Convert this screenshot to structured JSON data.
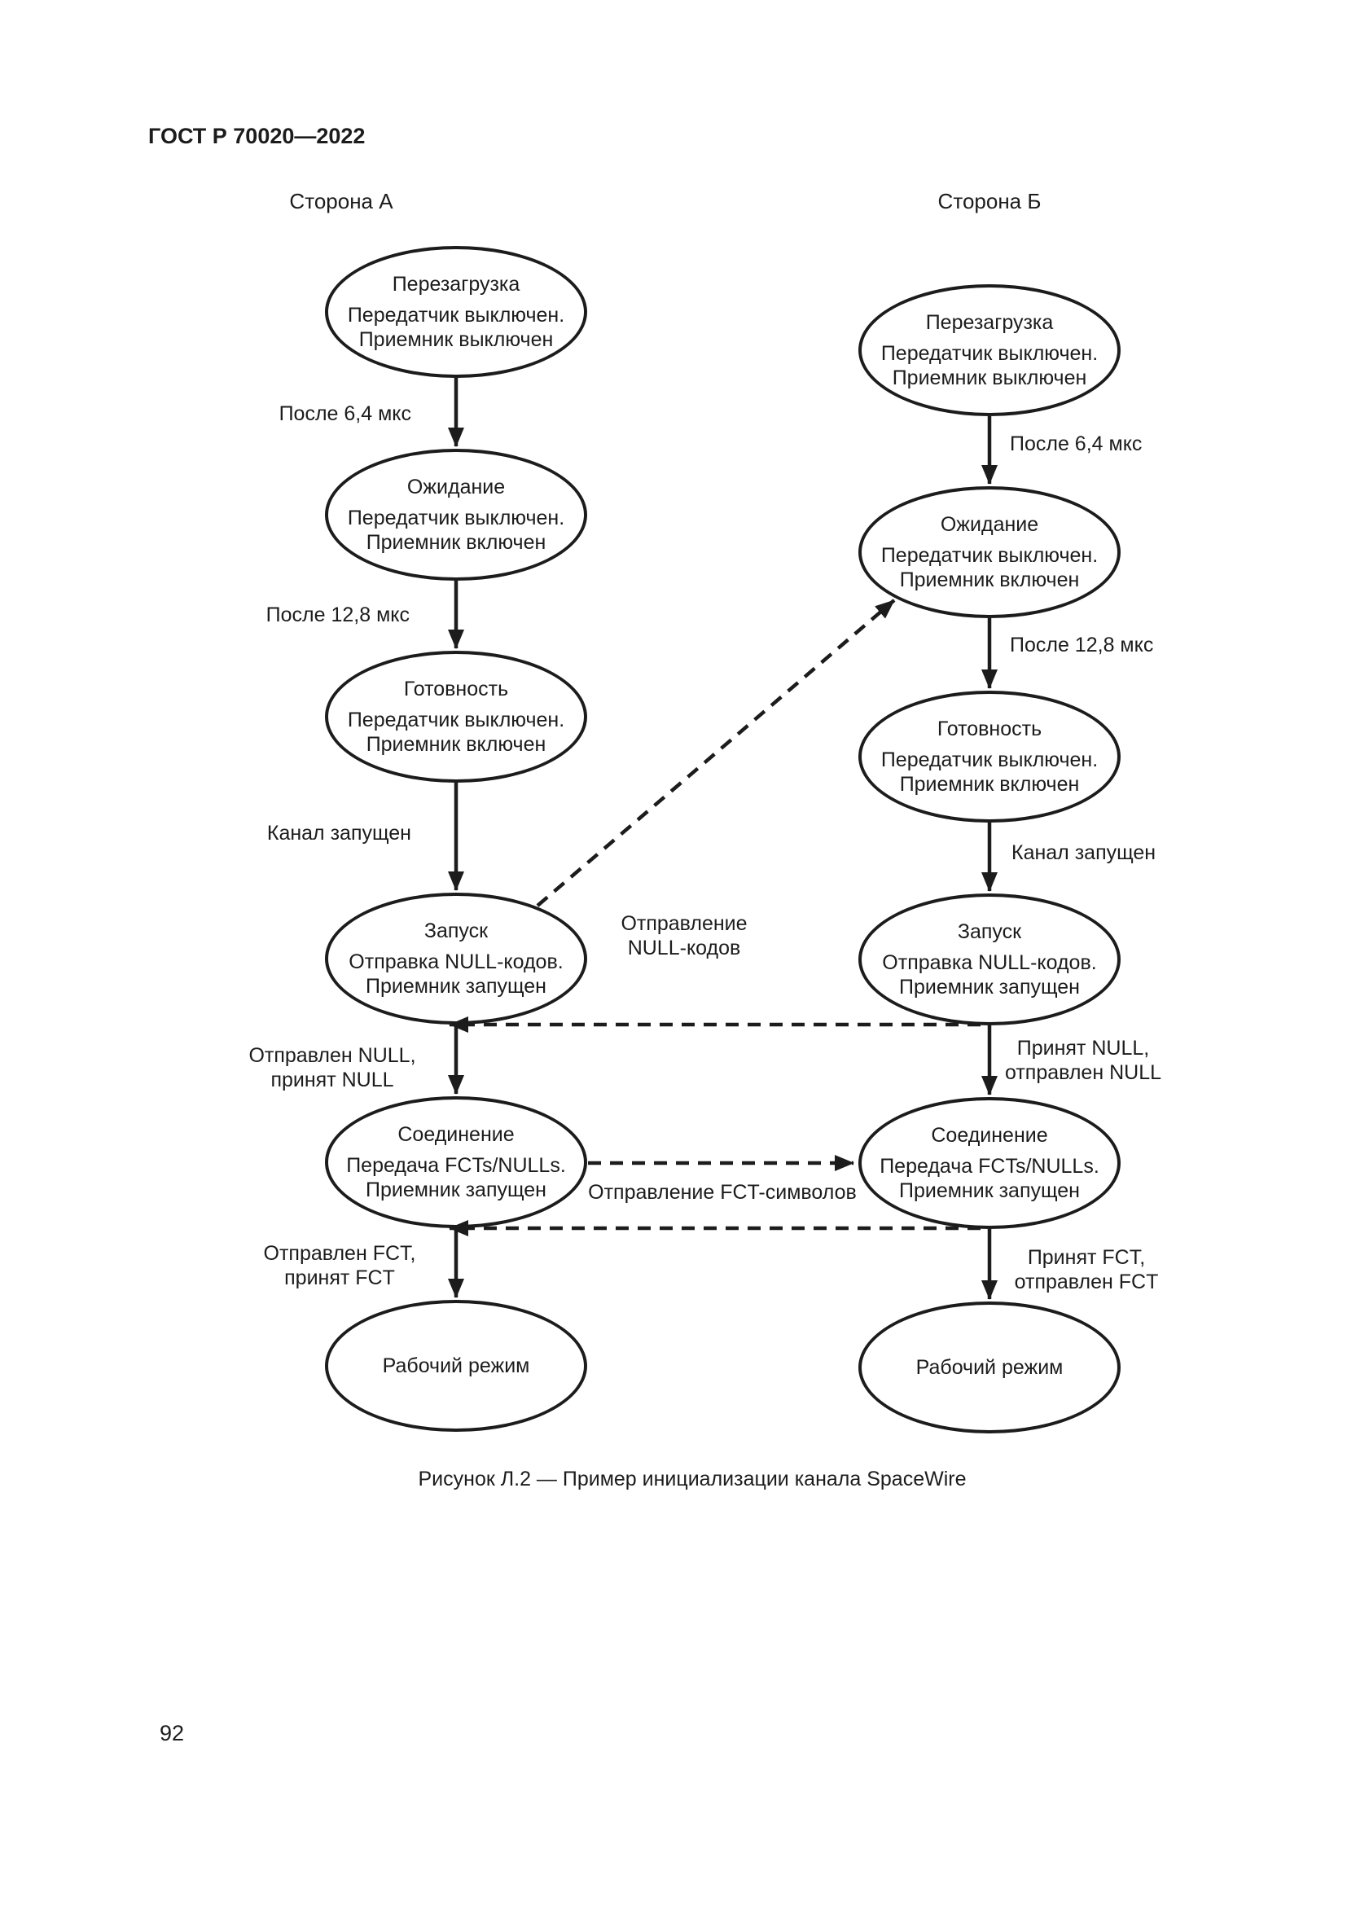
{
  "page": {
    "header": "ГОСТ Р 70020—2022",
    "caption": "Рисунок Л.2 — Пример инициализации канала SpaceWire",
    "page_number": "92"
  },
  "colors": {
    "ink": "#1c1c1c",
    "background": "#ffffff"
  },
  "diagram": {
    "side_a": {
      "title": "Сторона А",
      "states": [
        {
          "title": "Перезагрузка",
          "line1": "Передатчик выключен.",
          "line2": "Приемник выключен"
        },
        {
          "title": "Ожидание",
          "line1": "Передатчик выключен.",
          "line2": "Приемник включен"
        },
        {
          "title": "Готовность",
          "line1": "Передатчик выключен.",
          "line2": "Приемник включен"
        },
        {
          "title": "Запуск",
          "line1": "Отправка NULL-кодов.",
          "line2": "Приемник запущен"
        },
        {
          "title": "Соединение",
          "line1": "Передача FCTs/NULLs.",
          "line2": "Приемник запущен"
        },
        {
          "title": "Рабочий режим"
        }
      ],
      "transitions": {
        "t1": "После 6,4 мкс",
        "t2": "После 12,8 мкс",
        "t3": "Канал запущен",
        "t4_line1": "Отправлен NULL,",
        "t4_line2": "принят NULL",
        "t5_line1": "Отправлен FCT,",
        "t5_line2": "принят FCT"
      }
    },
    "side_b": {
      "title": "Сторона Б",
      "states": [
        {
          "title": "Перезагрузка",
          "line1": "Передатчик выключен.",
          "line2": "Приемник выключен"
        },
        {
          "title": "Ожидание",
          "line1": "Передатчик выключен.",
          "line2": "Приемник включен"
        },
        {
          "title": "Готовность",
          "line1": "Передатчик выключен.",
          "line2": "Приемник включен"
        },
        {
          "title": "Запуск",
          "line1": "Отправка NULL-кодов.",
          "line2": "Приемник запущен"
        },
        {
          "title": "Соединение",
          "line1": "Передача FCTs/NULLs.",
          "line2": "Приемник запущен"
        },
        {
          "title": "Рабочий режим"
        }
      ],
      "transitions": {
        "t1": "После 6,4 мкс",
        "t2": "После 12,8 мкс",
        "t3": "Канал запущен",
        "t4_line1": "Принят NULL,",
        "t4_line2": "отправлен NULL",
        "t5_line1": "Принят FCT,",
        "t5_line2": "отправлен FCT"
      }
    },
    "exchange": {
      "null_line1": "Отправление",
      "null_line2": "NULL-кодов",
      "fct": "Отправление FCT-символов"
    }
  }
}
